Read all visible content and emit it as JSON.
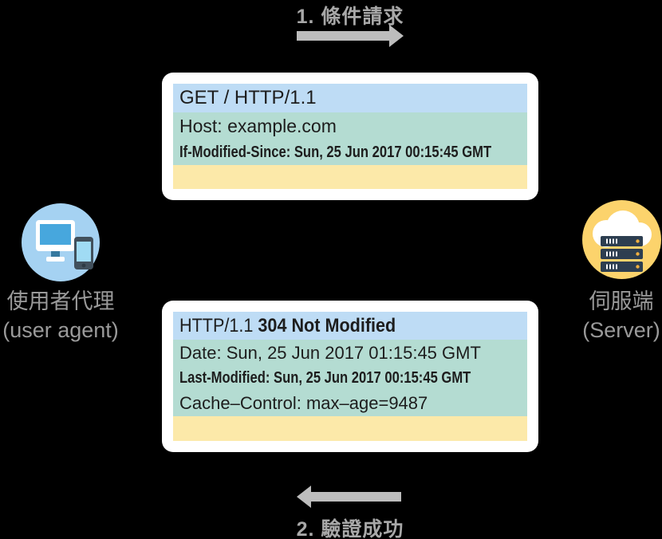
{
  "labels": {
    "step1": "1. 條件請求",
    "step2": "2. 驗證成功"
  },
  "request": {
    "request_line": "GET / HTTP/1.1",
    "headers": [
      {
        "name": "Host",
        "text": "Host: example.com",
        "bold": false
      },
      {
        "name": "If-Modified-Since",
        "text": "If-Modified-Since: Sun, 25 Jun 2017 00:15:45 GMT",
        "bold": true
      }
    ],
    "body": ""
  },
  "response": {
    "status_prefix": "HTTP/1.1 ",
    "status_bold": "304 Not Modified",
    "headers": [
      {
        "name": "Date",
        "text": "Date: Sun, 25 Jun 2017 01:15:45 GMT",
        "bold": false
      },
      {
        "name": "Last-Modified",
        "text": "Last-Modified: Sun, 25 Jun 2017 00:15:45 GMT",
        "bold": true
      },
      {
        "name": "Cache-Control",
        "text": "Cache–Control: max–age=9487",
        "bold": false
      }
    ],
    "body": ""
  },
  "actors": {
    "user_agent": {
      "label_zh": "使用者代理",
      "label_en": "(user agent)",
      "icon": "desktop-and-smartphone-icon"
    },
    "server": {
      "label_zh": "伺服端",
      "label_en": "(Server)",
      "icon": "cloud-server-icon"
    }
  },
  "colors": {
    "canvas_bg": "#000000",
    "box_bg": "#ffffff",
    "row_blue": "#bedcf5",
    "row_teal": "#b4dcd2",
    "row_yellow": "#fce9a9",
    "header_text": "#1d1d1d",
    "arrow_gray": "#bdbdbd",
    "flow_gray": "#a8a8a8",
    "caption_gray": "#9a9a9a",
    "agent_circle": "#a5d2f2",
    "monitor_screen": "#47a7dd",
    "monitor_stand": "#35789f",
    "phone_body": "#41505c",
    "phone_screen": "#a0dbf4",
    "server_circle": "#fcd36c",
    "server_unit": "#2d3e50",
    "server_dot": "#efb040",
    "cloud_white": "#ffffff"
  }
}
